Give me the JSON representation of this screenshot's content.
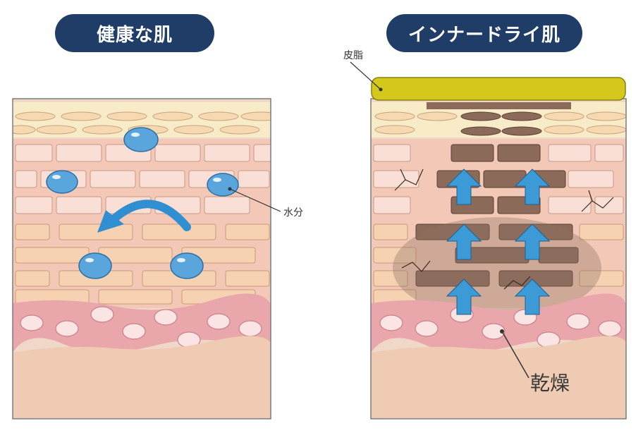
{
  "titles": {
    "healthy": "健康な肌",
    "inner_dry": "インナードライ肌"
  },
  "labels": {
    "water": "水分",
    "sebum": "皮脂",
    "dryness": "乾燥"
  },
  "colors": {
    "title_bg": "#1f3d66",
    "sebum_layer": "#d4c81c",
    "brick_light": "#f6d4c8",
    "brick_dark": "#8c6a5a",
    "water_drop": "#5aa6dc",
    "arrow": "#3c9ad6",
    "dermis": "#e9a6ab"
  }
}
